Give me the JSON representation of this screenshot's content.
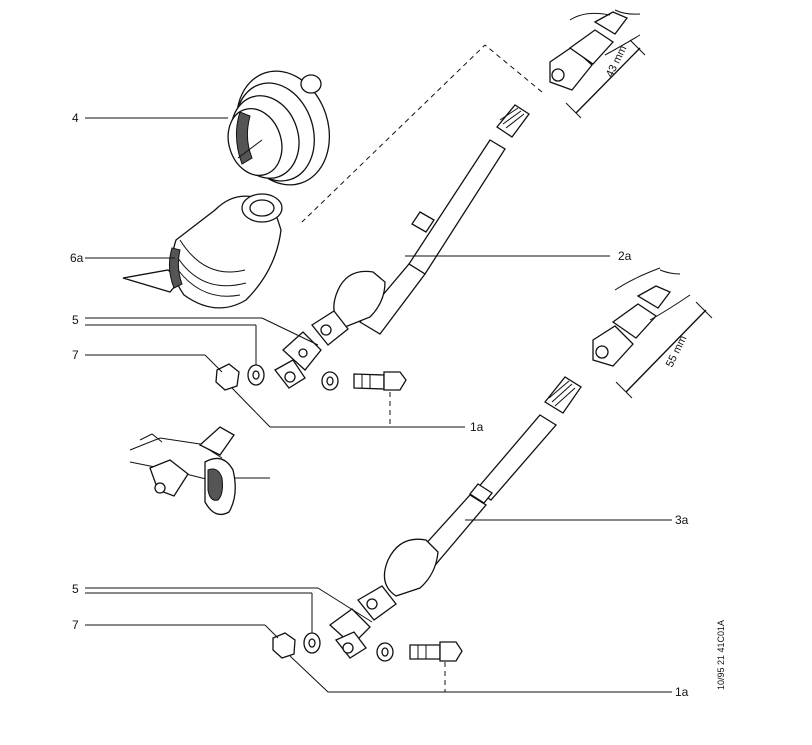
{
  "callouts": {
    "top_4": "4",
    "top_6a": "6a",
    "top_5": "5",
    "top_7": "7",
    "top_2a": "2a",
    "top_1a": "1a",
    "bottom_3a": "3a",
    "bottom_5": "5",
    "bottom_7": "7",
    "bottom_1a": "1a"
  },
  "dimensions": {
    "upper": "43 mm",
    "lower": "55 mm"
  },
  "reference": "10/95 21 41C01A"
}
